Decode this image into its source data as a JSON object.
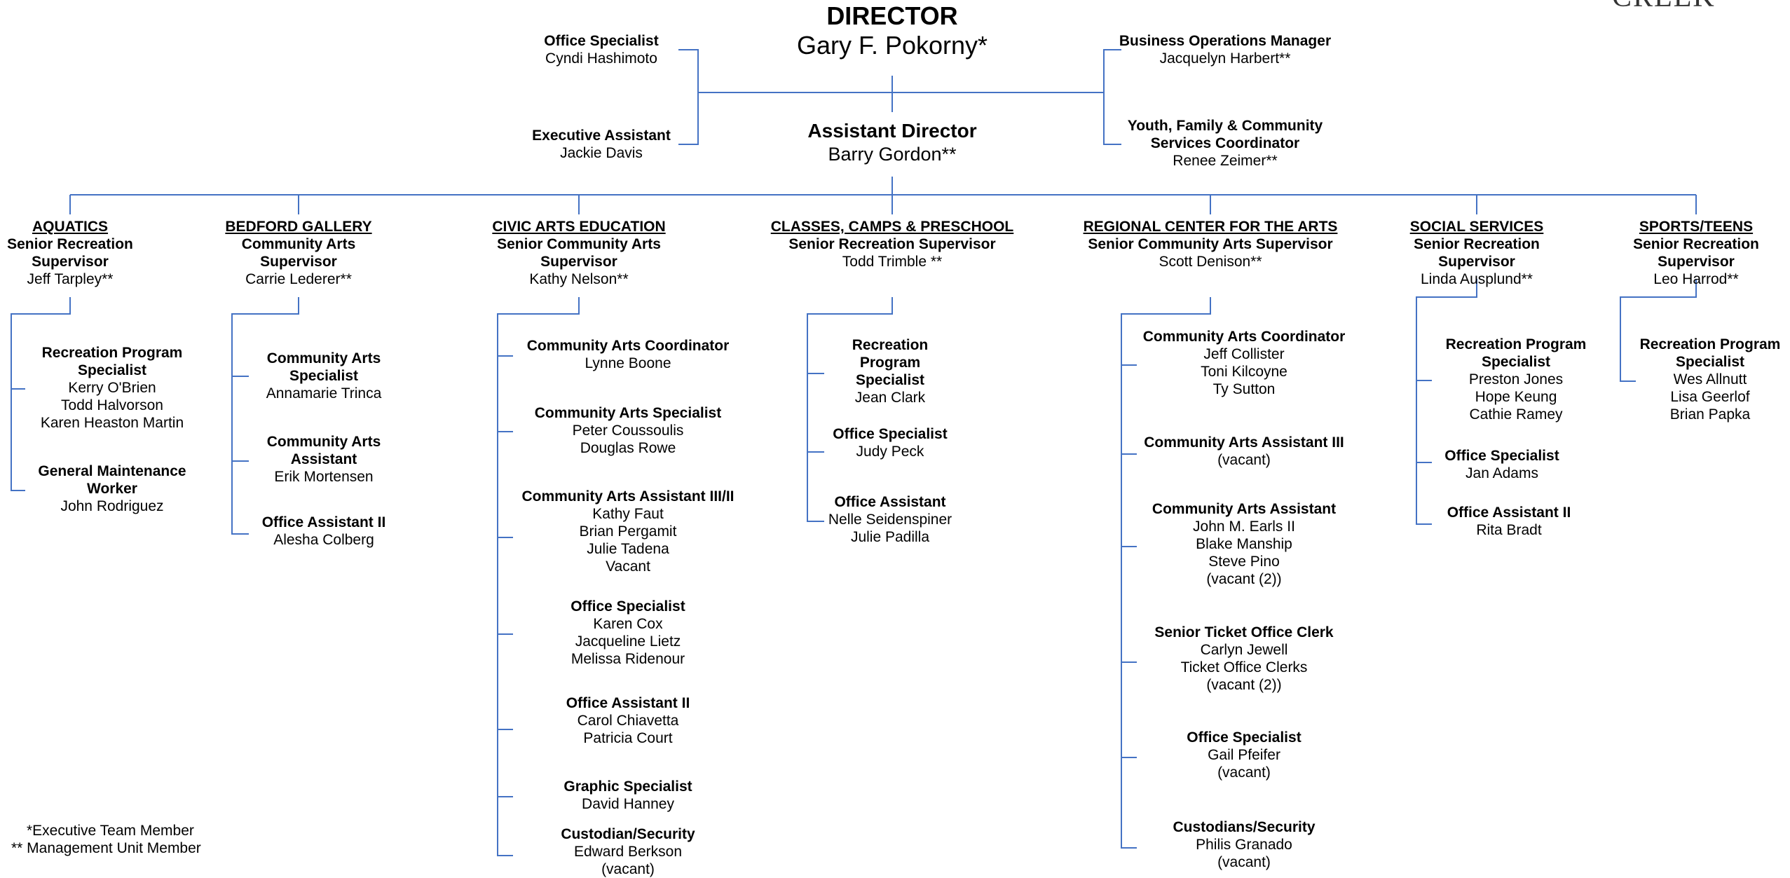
{
  "logo_text": "CREEK",
  "line_color": "#4472c4",
  "director": {
    "title": "DIRECTOR",
    "name": "Gary F. Pokorny*"
  },
  "assistant_director": {
    "title": "Assistant Director",
    "name": "Barry Gordon**"
  },
  "director_staff": {
    "office_specialist": {
      "title": "Office Specialist",
      "name": "Cyndi Hashimoto"
    },
    "executive_assistant": {
      "title": "Executive Assistant",
      "name": "Jackie Davis"
    },
    "business_manager": {
      "title": "Business Operations Manager",
      "name": "Jacquelyn Harbert**"
    },
    "youth_coordinator": {
      "title1": "Youth, Family & Community",
      "title2": "Services Coordinator",
      "name": "Renee Zeimer**"
    }
  },
  "divisions": {
    "aquatics": {
      "name": "AQUATICS",
      "sup1": "Senior Recreation",
      "sup2": "Supervisor",
      "sup_name": "Jeff Tarpley**",
      "r1": {
        "t1": "Recreation Program",
        "t2": "Specialist",
        "names": [
          "Kerry O'Brien",
          "Todd Halvorson",
          "Karen Heaston Martin"
        ]
      },
      "r2": {
        "t1": "General Maintenance",
        "t2": "Worker",
        "names": [
          "John Rodriguez"
        ]
      }
    },
    "bedford": {
      "name": "BEDFORD GALLERY",
      "sup1": "Community Arts",
      "sup2": "Supervisor",
      "sup_name": "Carrie Lederer**",
      "r1": {
        "t1": "Community Arts",
        "t2": "Specialist",
        "names": [
          "Annamarie Trinca"
        ]
      },
      "r2": {
        "t1": "Community Arts",
        "t2": "Assistant",
        "names": [
          "Erik Mortensen"
        ]
      },
      "r3": {
        "t1": "Office Assistant II",
        "names": [
          "Alesha Colberg"
        ]
      }
    },
    "civic": {
      "name": "CIVIC ARTS EDUCATION",
      "sup1": "Senior Community Arts",
      "sup2": "Supervisor",
      "sup_name": "Kathy Nelson**",
      "r1": {
        "t1": "Community Arts Coordinator",
        "names": [
          "Lynne Boone"
        ]
      },
      "r2": {
        "t1": "Community Arts Specialist",
        "names": [
          "Peter Coussoulis",
          "Douglas Rowe"
        ]
      },
      "r3": {
        "t1": "Community Arts Assistant III/II",
        "names": [
          "Kathy Faut",
          "Brian Pergamit",
          "Julie Tadena",
          "Vacant"
        ]
      },
      "r4": {
        "t1": "Office Specialist",
        "names": [
          "Karen Cox",
          "Jacqueline Lietz",
          "Melissa Ridenour"
        ]
      },
      "r5": {
        "t1": "Office Assistant II",
        "names": [
          "Carol Chiavetta",
          "Patricia Court"
        ]
      },
      "r6": {
        "t1": "Graphic Specialist",
        "names": [
          "David Hanney"
        ]
      },
      "r7": {
        "t1": "Custodian/Security",
        "names": [
          "Edward Berkson",
          "(vacant)"
        ]
      }
    },
    "classes": {
      "name": "CLASSES, CAMPS & PRESCHOOL",
      "sup1": "Senior Recreation Supervisor",
      "sup_name": "Todd Trimble **",
      "r1": {
        "t1": "Recreation",
        "t2": "Program",
        "t3": "Specialist",
        "names": [
          "Jean Clark"
        ]
      },
      "r2": {
        "t1": "Office Specialist",
        "names": [
          "Judy Peck"
        ]
      },
      "r3": {
        "t1": "Office Assistant",
        "names": [
          "Nelle Seidenspiner",
          "Julie Padilla"
        ]
      }
    },
    "regional": {
      "name": "REGIONAL CENTER FOR THE ARTS",
      "sup1": "Senior Community Arts Supervisor",
      "sup_name": "Scott Denison**",
      "r1": {
        "t1": "Community Arts Coordinator",
        "names": [
          "Jeff Collister",
          "Toni Kilcoyne",
          "Ty Sutton"
        ]
      },
      "r2": {
        "t1": "Community Arts Assistant III",
        "names": [
          "(vacant)"
        ]
      },
      "r3": {
        "t1": "Community Arts Assistant",
        "names": [
          "John M. Earls II",
          "Blake Manship",
          "Steve Pino",
          "(vacant (2))"
        ]
      },
      "r4": {
        "t1": "Senior Ticket Office Clerk",
        "names": [
          "Carlyn Jewell",
          "Ticket Office Clerks",
          "(vacant (2))"
        ]
      },
      "r5": {
        "t1": "Office Specialist",
        "names": [
          "Gail Pfeifer",
          "(vacant)"
        ]
      },
      "r6": {
        "t1": "Custodians/Security",
        "names": [
          "Philis Granado",
          "(vacant)"
        ]
      }
    },
    "social": {
      "name": "SOCIAL SERVICES",
      "sup1": "Senior Recreation",
      "sup2": "Supervisor",
      "sup_name": "Linda Ausplund**",
      "r1": {
        "t1": "Recreation Program",
        "t2": "Specialist",
        "names": [
          "Preston Jones",
          "Hope Keung",
          "Cathie Ramey"
        ]
      },
      "r2": {
        "t1": "Office Specialist",
        "names": [
          "Jan Adams"
        ]
      },
      "r3": {
        "t1": "Office Assistant II",
        "names": [
          "Rita Bradt"
        ]
      }
    },
    "sports": {
      "name": "SPORTS/TEENS",
      "sup1": "Senior Recreation",
      "sup2": "Supervisor",
      "sup_name": "Leo Harrod**",
      "r1": {
        "t1": "Recreation Program",
        "t2": "Specialist",
        "names": [
          "Wes Allnutt",
          "Lisa Geerlof",
          "Brian Papka"
        ]
      }
    }
  },
  "legend": {
    "line1": "*Executive Team Member",
    "line2": "** Management Unit Member"
  }
}
